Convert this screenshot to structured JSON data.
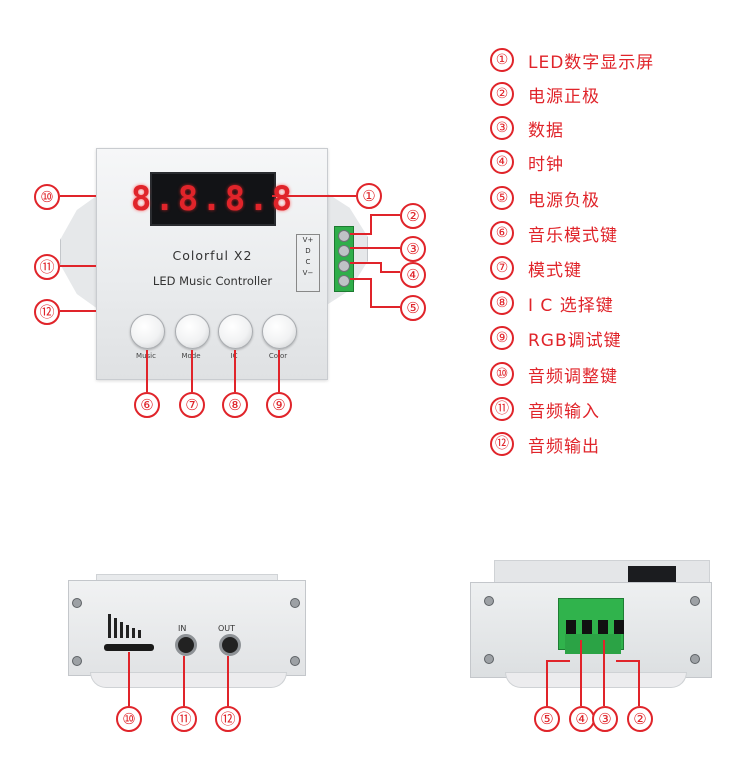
{
  "display_digits": "8.8.8.8",
  "device": {
    "brand": "Colorful  X2",
    "model": "LED Music Controller",
    "terminal_labels": [
      "V+",
      "D",
      "C",
      "V−"
    ],
    "buttons": [
      "Music",
      "Mode",
      "IC",
      "Color"
    ]
  },
  "markers": [
    "①",
    "②",
    "③",
    "④",
    "⑤",
    "⑥",
    "⑦",
    "⑧",
    "⑨",
    "⑩",
    "⑪",
    "⑫"
  ],
  "legend": [
    {
      "num": "①",
      "text": "LED数字显示屏"
    },
    {
      "num": "②",
      "text": "电源正极"
    },
    {
      "num": "③",
      "text": "数据"
    },
    {
      "num": "④",
      "text": "时钟"
    },
    {
      "num": "⑤",
      "text": "电源负极"
    },
    {
      "num": "⑥",
      "text": "音乐模式键"
    },
    {
      "num": "⑦",
      "text": "模式键"
    },
    {
      "num": "⑧",
      "text": "I C 选择键"
    },
    {
      "num": "⑨",
      "text": "RGB调试键"
    },
    {
      "num": "⑩",
      "text": "音频调整键"
    },
    {
      "num": "⑪",
      "text": "音频输入"
    },
    {
      "num": "⑫",
      "text": "音频输出"
    }
  ],
  "side_view": {
    "in_label": "IN",
    "out_label": "OUT"
  },
  "colors": {
    "accent": "#e0242a",
    "terminal": "#2fae4a",
    "display": "#121316"
  }
}
